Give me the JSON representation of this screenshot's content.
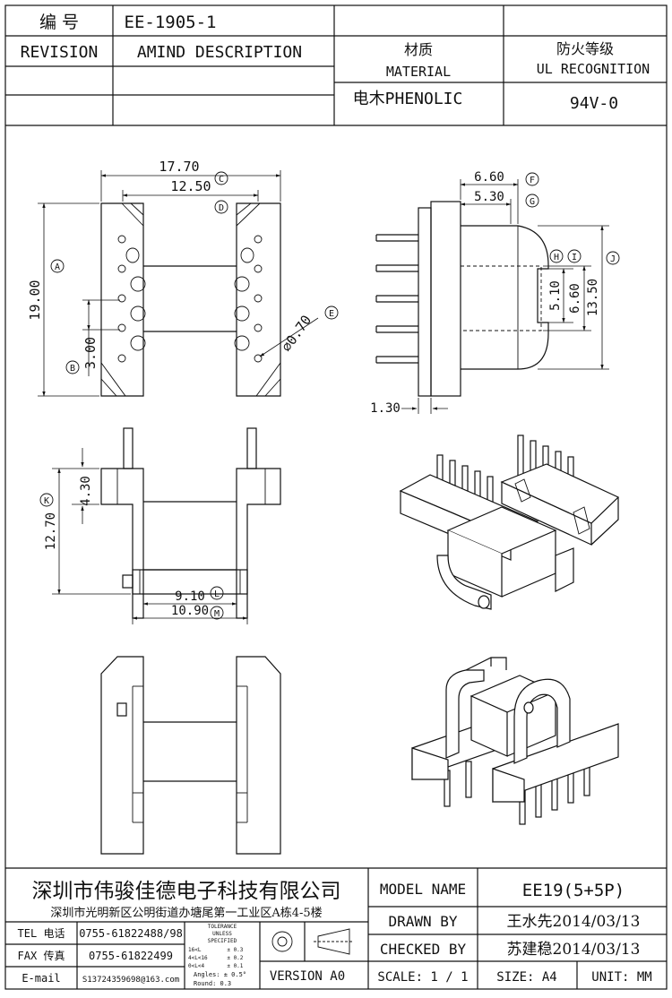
{
  "header": {
    "part_label": "编 号",
    "part_number": "EE-1905-1",
    "revision_label": "REVISION",
    "amend_label": "AMIND DESCRIPTION",
    "material_cn": "材质",
    "material_en": "MATERIAL",
    "material_value": "电木PHENOLIC",
    "ul_cn": "防火等级",
    "ul_en": "UL RECOGNITION",
    "ul_value": "94V-0"
  },
  "dimensions": {
    "d_17_70": "17.70",
    "d_12_50": "12.50",
    "d_19_00": "19.00",
    "d_3_00": "3.00",
    "d_0_70": "⌀0.70",
    "d_6_60_top": "6.60",
    "d_5_30": "5.30",
    "d_5_10": "5.10",
    "d_6_60_side": "6.60",
    "d_13_50": "13.50",
    "d_1_30": "1.30",
    "d_4_30": "4.30",
    "d_12_70": "12.70",
    "d_9_10": "9.10",
    "d_10_90": "10.90"
  },
  "callouts": {
    "A": "A",
    "B": "B",
    "C": "C",
    "D": "D",
    "E": "E",
    "F": "F",
    "G": "G",
    "H": "H",
    "I": "I",
    "J": "J",
    "K": "K",
    "L": "L",
    "M": "M"
  },
  "title_block": {
    "company": "深圳市伟骏佳德电子科技有限公司",
    "address": "深圳市光明新区公明街道办塘尾第一工业区A栋4-5楼",
    "tel_label": "TEL 电话",
    "tel_value": "0755-61822488/98",
    "fax_label": "FAX 传真",
    "fax_value": "0755-61822499",
    "email_label": "E-mail",
    "email_value": "S13724359698@163.com",
    "tolerance_title": "TOLERANCE",
    "tolerance_unless": "UNLESS",
    "tolerance_specified": "SPECIFIED",
    "tol_row1": "16<L        ± 0.3",
    "tol_row2": "4<L<16      ± 0.2",
    "tol_row3": "0<L<4       ± 0.1",
    "tol_angles": "Angles: ± 0.5°",
    "tol_round": "Round: 0.3",
    "version": "VERSION A0",
    "model_label": "MODEL NAME",
    "model_value": "EE19(5+5P)",
    "drawn_label": "DRAWN BY",
    "drawn_value": "王水先2014/03/13",
    "checked_label": "CHECKED BY",
    "checked_value": "苏建稳2014/03/13",
    "scale_label": "SCALE: 1 / 1",
    "size_label": "SIZE: A4",
    "unit_label": "UNIT: MM"
  }
}
